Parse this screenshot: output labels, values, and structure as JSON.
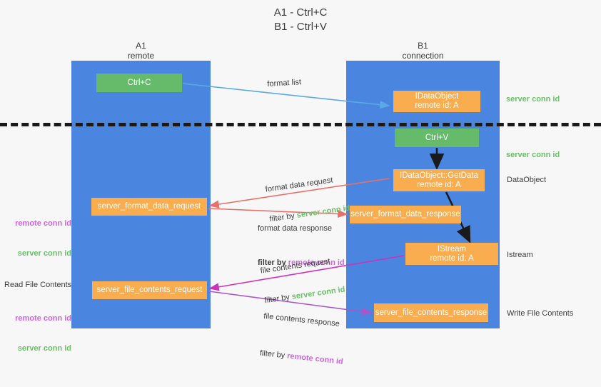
{
  "title": "A1 - Ctrl+C\nB1 - Ctrl+V",
  "lanes": {
    "left": {
      "name": "A1",
      "role": "remote",
      "header": "A1\nremote",
      "color": "#4a86e0"
    },
    "right": {
      "name": "B1",
      "role": "connection",
      "header": "B1\nconnection",
      "color": "#4a86e0"
    }
  },
  "colors": {
    "lane": "#4a86e0",
    "orange_box": "#f9ad4e",
    "green_box": "#66bb6a",
    "server_conn_id": "#6abf69",
    "remote_conn_id": "#cc66dd",
    "arrow_blue": "#5aa9e6",
    "arrow_red": "#e8706a",
    "arrow_magenta": "#cc33bb",
    "arrow_purple": "#aa55cc",
    "arrow_black": "#1a1a1a",
    "divider": "#1a1a1a"
  },
  "boxes": {
    "ctrl_c": "Ctrl+C",
    "ctrl_v": "Ctrl+V",
    "idataobject": "IDataObject\nremote id: A",
    "getdata": "IDataObject::GetData\nremote id: A",
    "istream": "IStream\nremote id: A",
    "server_format_data_request": "server_format_data_request",
    "server_format_data_response": "server_format_data_response",
    "server_file_contents_request": "server_file_contents_request",
    "server_file_contents_response": "server_file_contents_response"
  },
  "right_labels": {
    "server_conn_id_top": "server conn id",
    "server_conn_id_mid": "server conn id",
    "dataobject": "DataObject",
    "istream": "Istream",
    "write_file_contents": "Write File Contents"
  },
  "left_labels": {
    "remote_conn_id_1": "remote conn id",
    "server_conn_id_1": "server conn id",
    "read_file_contents": "Read File Contents",
    "remote_conn_id_2": "remote conn id",
    "server_conn_id_2": "server conn id"
  },
  "edges": {
    "format_list": "format list",
    "format_data_request": "format data request",
    "format_data_request_filter_prefix": "filter by ",
    "format_data_request_filter_key": "server conn id",
    "format_data_response": "format data response",
    "format_data_response_filter_prefix": "filter by ",
    "format_data_response_filter_key": "remote conn id",
    "file_contents_request": "file contents request",
    "file_contents_request_filter_prefix": "filter by ",
    "file_contents_request_filter_key": "server conn id",
    "file_contents_response": "file contents response",
    "file_contents_response_filter_prefix": "filter by ",
    "file_contents_response_filter_key": "remote conn id"
  }
}
